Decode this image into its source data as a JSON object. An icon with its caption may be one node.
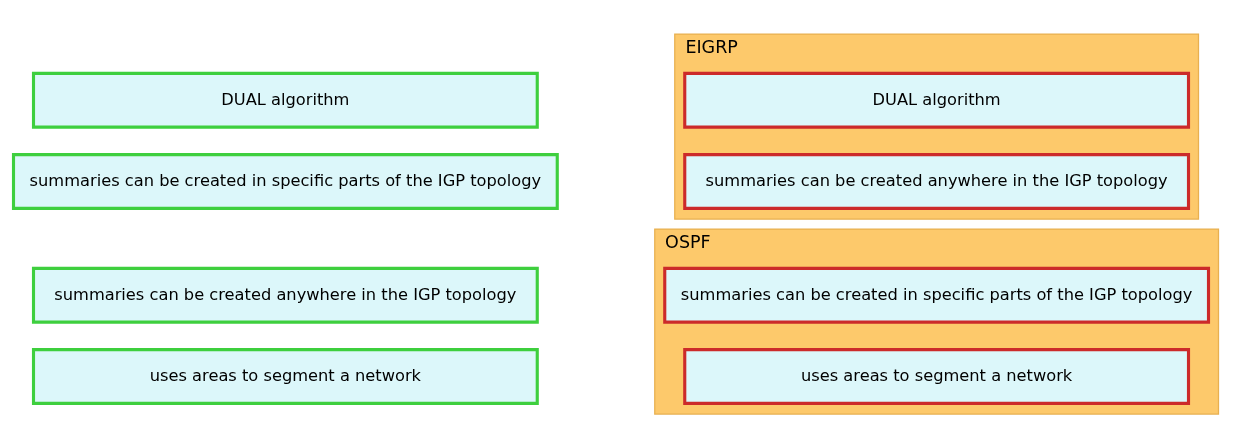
{
  "diagram": {
    "nodes": [
      {
        "text": [
          "summaries can be created anywhere in the IGP topology"
        ]
      },
      {
        "text": [
          "uses areas to segment a network"
        ]
      },
      {
        "text": [
          "DUAL algorithm"
        ]
      },
      {
        "text": [
          "summaries can be created in specific parts of the IGP topology"
        ]
      },
      {
        "text": [
          "OSPF"
        ]
      },
      {
        "text": [
          "summaries can be created in specific parts of the IGP topology"
        ],
        "in": 4
      },
      {
        "text": [
          "uses areas to segment a network"
        ],
        "in": 4
      },
      {
        "text": [
          "EIGRP"
        ]
      },
      {
        "text": [
          "DUAL algorithm"
        ],
        "in": 7
      },
      {
        "text": [
          "summaries can be created anywhere in the IGP topology"
        ],
        "in": 7
      }
    ],
    "edges": []
  }
}
